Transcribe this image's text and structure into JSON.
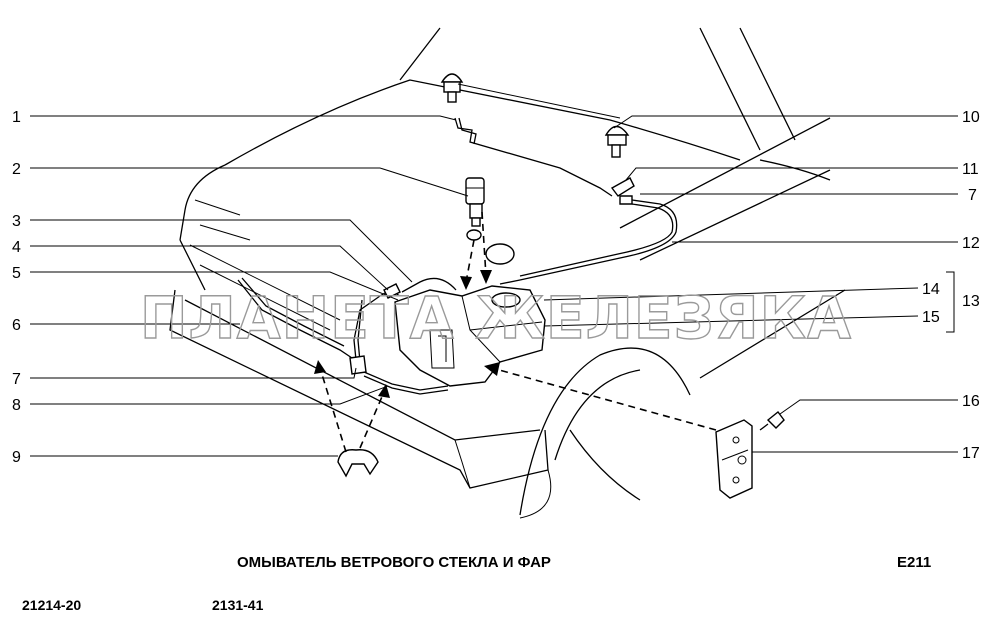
{
  "title": "ОМЫВАТЕЛЬ ВЕТРОВОГО СТЕКЛА И ФАР",
  "section_code": "E211",
  "model_code": "21214-20",
  "model_code_2": "2131-41",
  "watermark": "ПЛАНЕТА ЖЕЛЕЗЯКА",
  "callouts": [
    "1",
    "2",
    "3",
    "4",
    "5",
    "6",
    "7",
    "8",
    "9",
    "10",
    "11",
    "7",
    "12",
    "14",
    "13",
    "15",
    "16",
    "17"
  ]
}
